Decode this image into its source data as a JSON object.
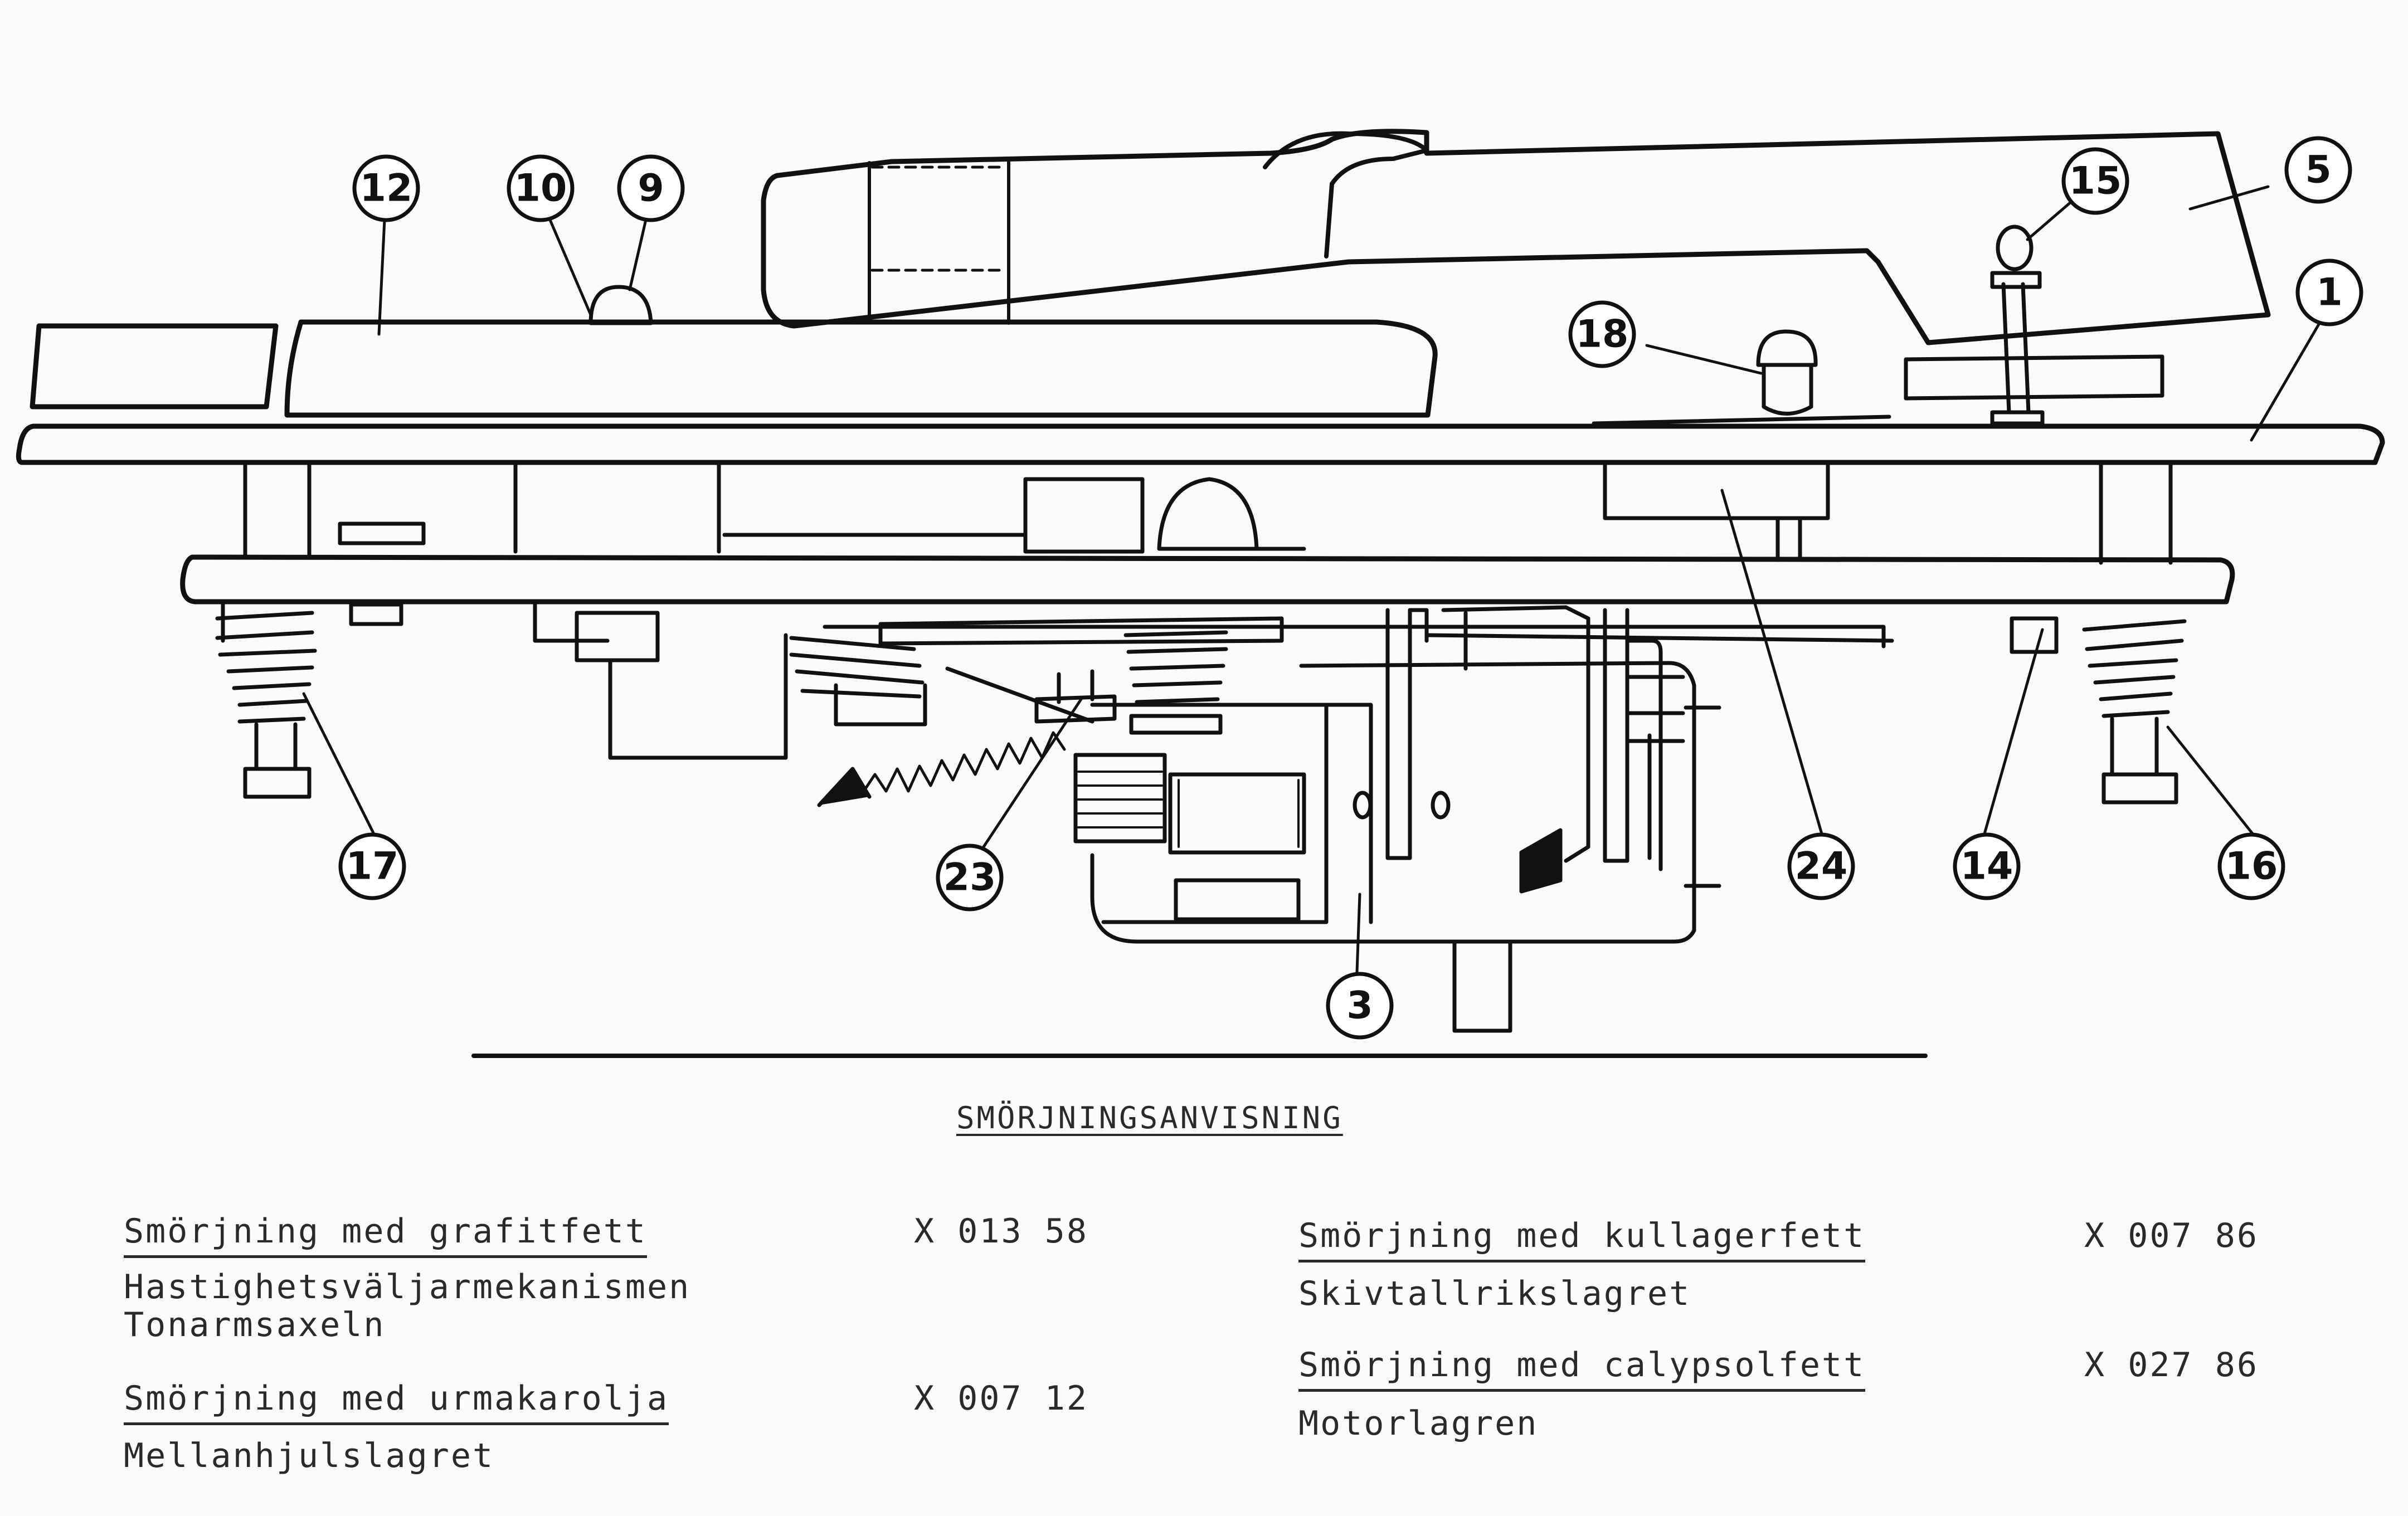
{
  "callouts": [
    "12",
    "10",
    "9",
    "15",
    "5",
    "1",
    "18",
    "17",
    "23",
    "3",
    "24",
    "14",
    "16"
  ],
  "sheet_title": "SMÖRJNINGSANVISNING",
  "lubrication": [
    {
      "heading": "Smörjning med grafitfett",
      "code": "X 013 58",
      "parts": [
        "Hastighetsväljarmekanismen",
        "Tonarmsaxeln"
      ]
    },
    {
      "heading": "Smörjning med urmakarolja",
      "code": "X 007 12",
      "parts": [
        "Mellanhjulslagret"
      ]
    },
    {
      "heading": "Smörjning med kullagerfett",
      "code": "X 007 86",
      "parts": [
        "Skivtallrikslagret"
      ]
    },
    {
      "heading": "Smörjning med calypsolfett",
      "code": "X 027 86",
      "parts": [
        "Motorlagren"
      ]
    }
  ]
}
